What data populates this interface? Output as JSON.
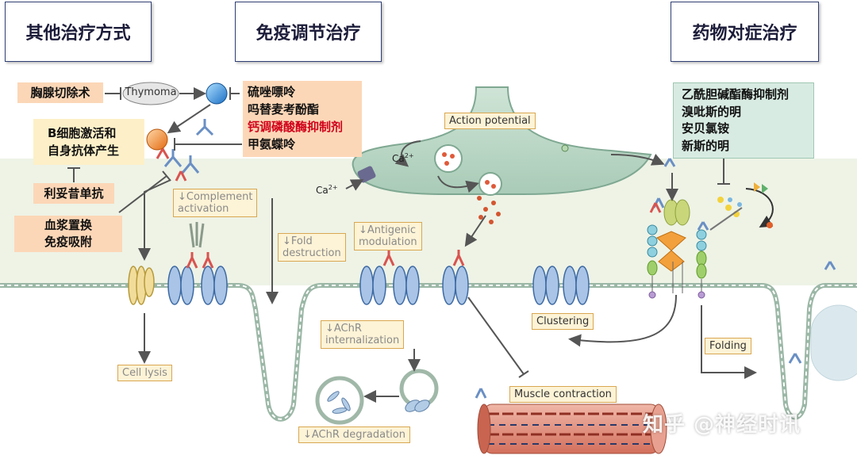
{
  "headers": {
    "other": "其他治疗方式",
    "immuno": "免疫调节治疗",
    "symptomatic": "药物对症治疗"
  },
  "left_panel": {
    "thymectomy": "胸腺切除术",
    "thymoma": "Thymoma",
    "bcell": [
      "B细胞激活和",
      "自身抗体产生"
    ],
    "rituximab": "利妥昔单抗",
    "plasma": [
      "血浆置换",
      "免疫吸附"
    ]
  },
  "immuno_drugs": [
    "硫唑嘌呤",
    "吗替麦考酚酯",
    "钙调磷酸酶抑制剂",
    "甲氨蝶呤"
  ],
  "immuno_drug_colors": [
    "#111111",
    "#111111",
    "#d0021b",
    "#111111"
  ],
  "symptomatic_drugs": [
    "乙酰胆碱酯酶抑制剂",
    "溴吡斯的明",
    "安贝氯铵",
    "新斯的明"
  ],
  "diagram_labels": {
    "action_potential": "Action potential",
    "ca_upper": "Ca",
    "ca_lower": "Ca",
    "ca_sup": "2+",
    "complement": [
      "↓Complement",
      "activation"
    ],
    "fold": [
      "↓Fold",
      "destruction"
    ],
    "antigenic": [
      "↓Antigenic",
      "modulation"
    ],
    "internalization": [
      "↓AChR",
      "internalization"
    ],
    "degradation": "↓AChR degradation",
    "cell_lysis": "Cell lysis",
    "clustering": "Clustering",
    "folding": "Folding",
    "muscle_contraction": "Muscle contraction"
  },
  "watermark": "知乎 @神经时讯",
  "colors": {
    "header_border": "#2f3e73",
    "peach": "#fcd7b7",
    "cream": "#fdf0c8",
    "mint": "#d8ebe2",
    "membrane_band": "#eef3e6",
    "highlight_red": "#d0021b"
  }
}
